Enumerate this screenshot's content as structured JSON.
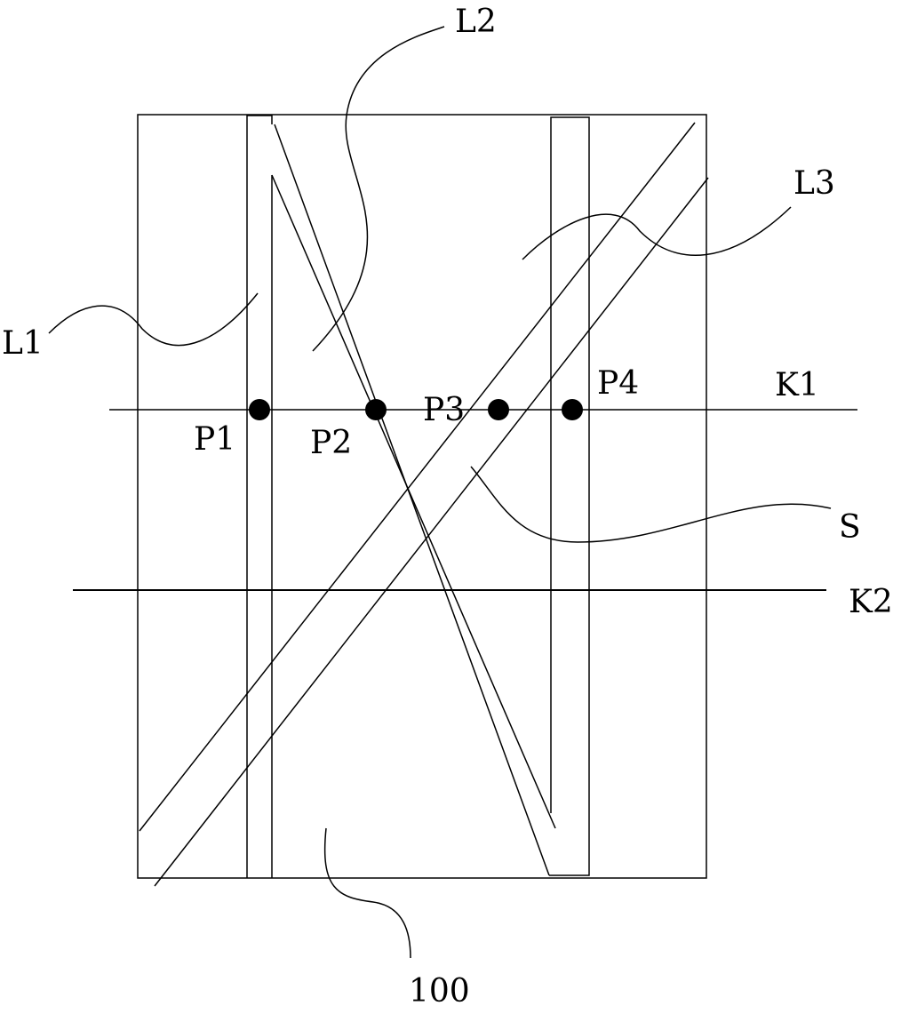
{
  "labels": {
    "l1": "L1",
    "l2": "L2",
    "l3": "L3",
    "p1": "P1",
    "p2": "P2",
    "p3": "P3",
    "p4": "P4",
    "k1": "K1",
    "k2": "K2",
    "s": "S",
    "ref": "100"
  }
}
